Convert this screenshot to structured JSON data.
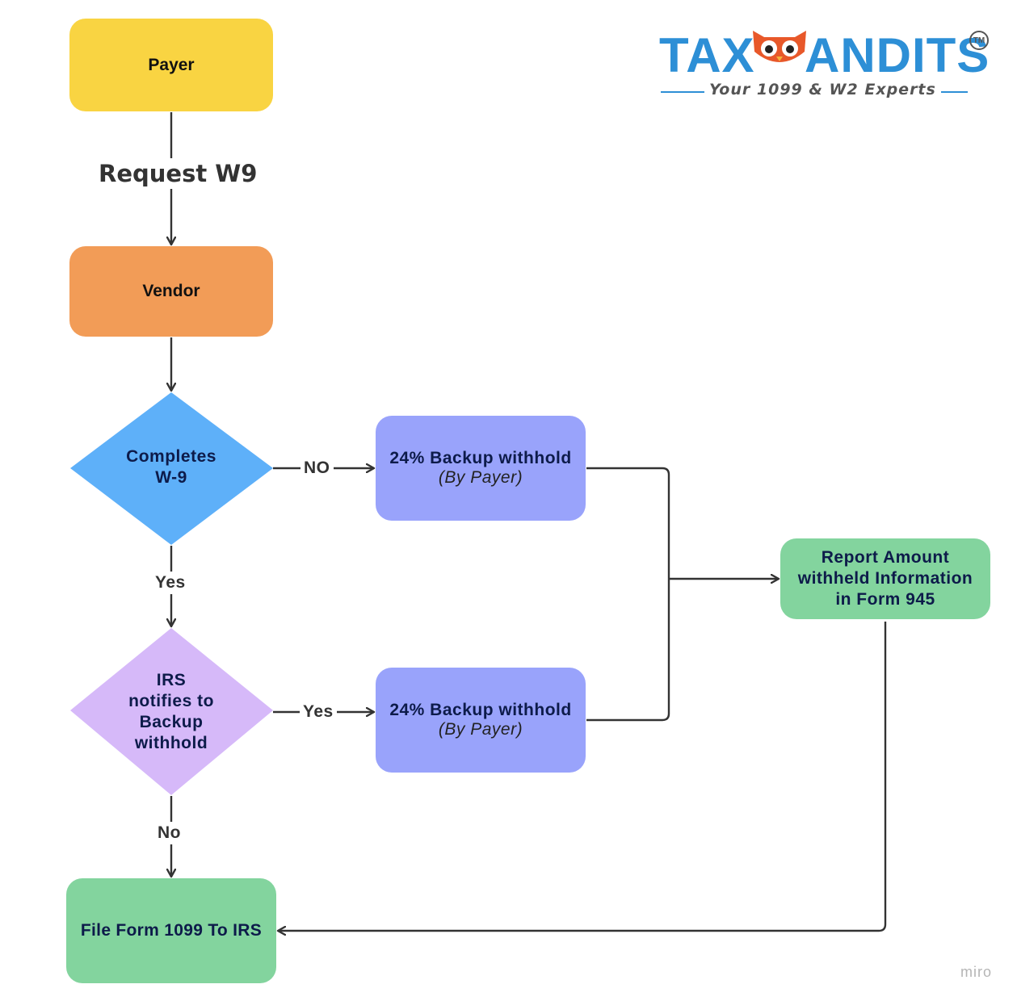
{
  "colors": {
    "payer": "#f9d442",
    "vendor": "#f29c57",
    "completes_diamond": "#5eb0f9",
    "irs_diamond": "#d6b9f9",
    "backup": "#99a3fb",
    "report": "#83d49e",
    "file": "#83d49e",
    "line": "#333333"
  },
  "logo": {
    "left_text": "TAX",
    "right_text": "ANDITS",
    "tagline": "Your 1099 & W2 Experts",
    "tm": "TM",
    "brand_blue": "#2d8fd6",
    "owl_orange": "#e8582a",
    "icon": "owl-mascot-icon"
  },
  "nodes": {
    "payer": "Payer",
    "vendor": "Vendor",
    "completes_w9": [
      "Completes",
      "W-9"
    ],
    "backup_1": {
      "title": "24% Backup withhold",
      "sub": "(By Payer)"
    },
    "irs_notifies": [
      "IRS",
      "notifies to",
      "Backup",
      "withhold"
    ],
    "backup_2": {
      "title": "24% Backup withhold",
      "sub": "(By Payer)"
    },
    "report": [
      "Report Amount",
      "withheld Information",
      "in Form 945"
    ],
    "file": "File Form 1099 To IRS"
  },
  "edges": {
    "request_w9": "Request W9",
    "no_upper": "NO",
    "yes_left": "Yes",
    "yes_right": "Yes",
    "no_lower": "No"
  },
  "watermark": "miro"
}
